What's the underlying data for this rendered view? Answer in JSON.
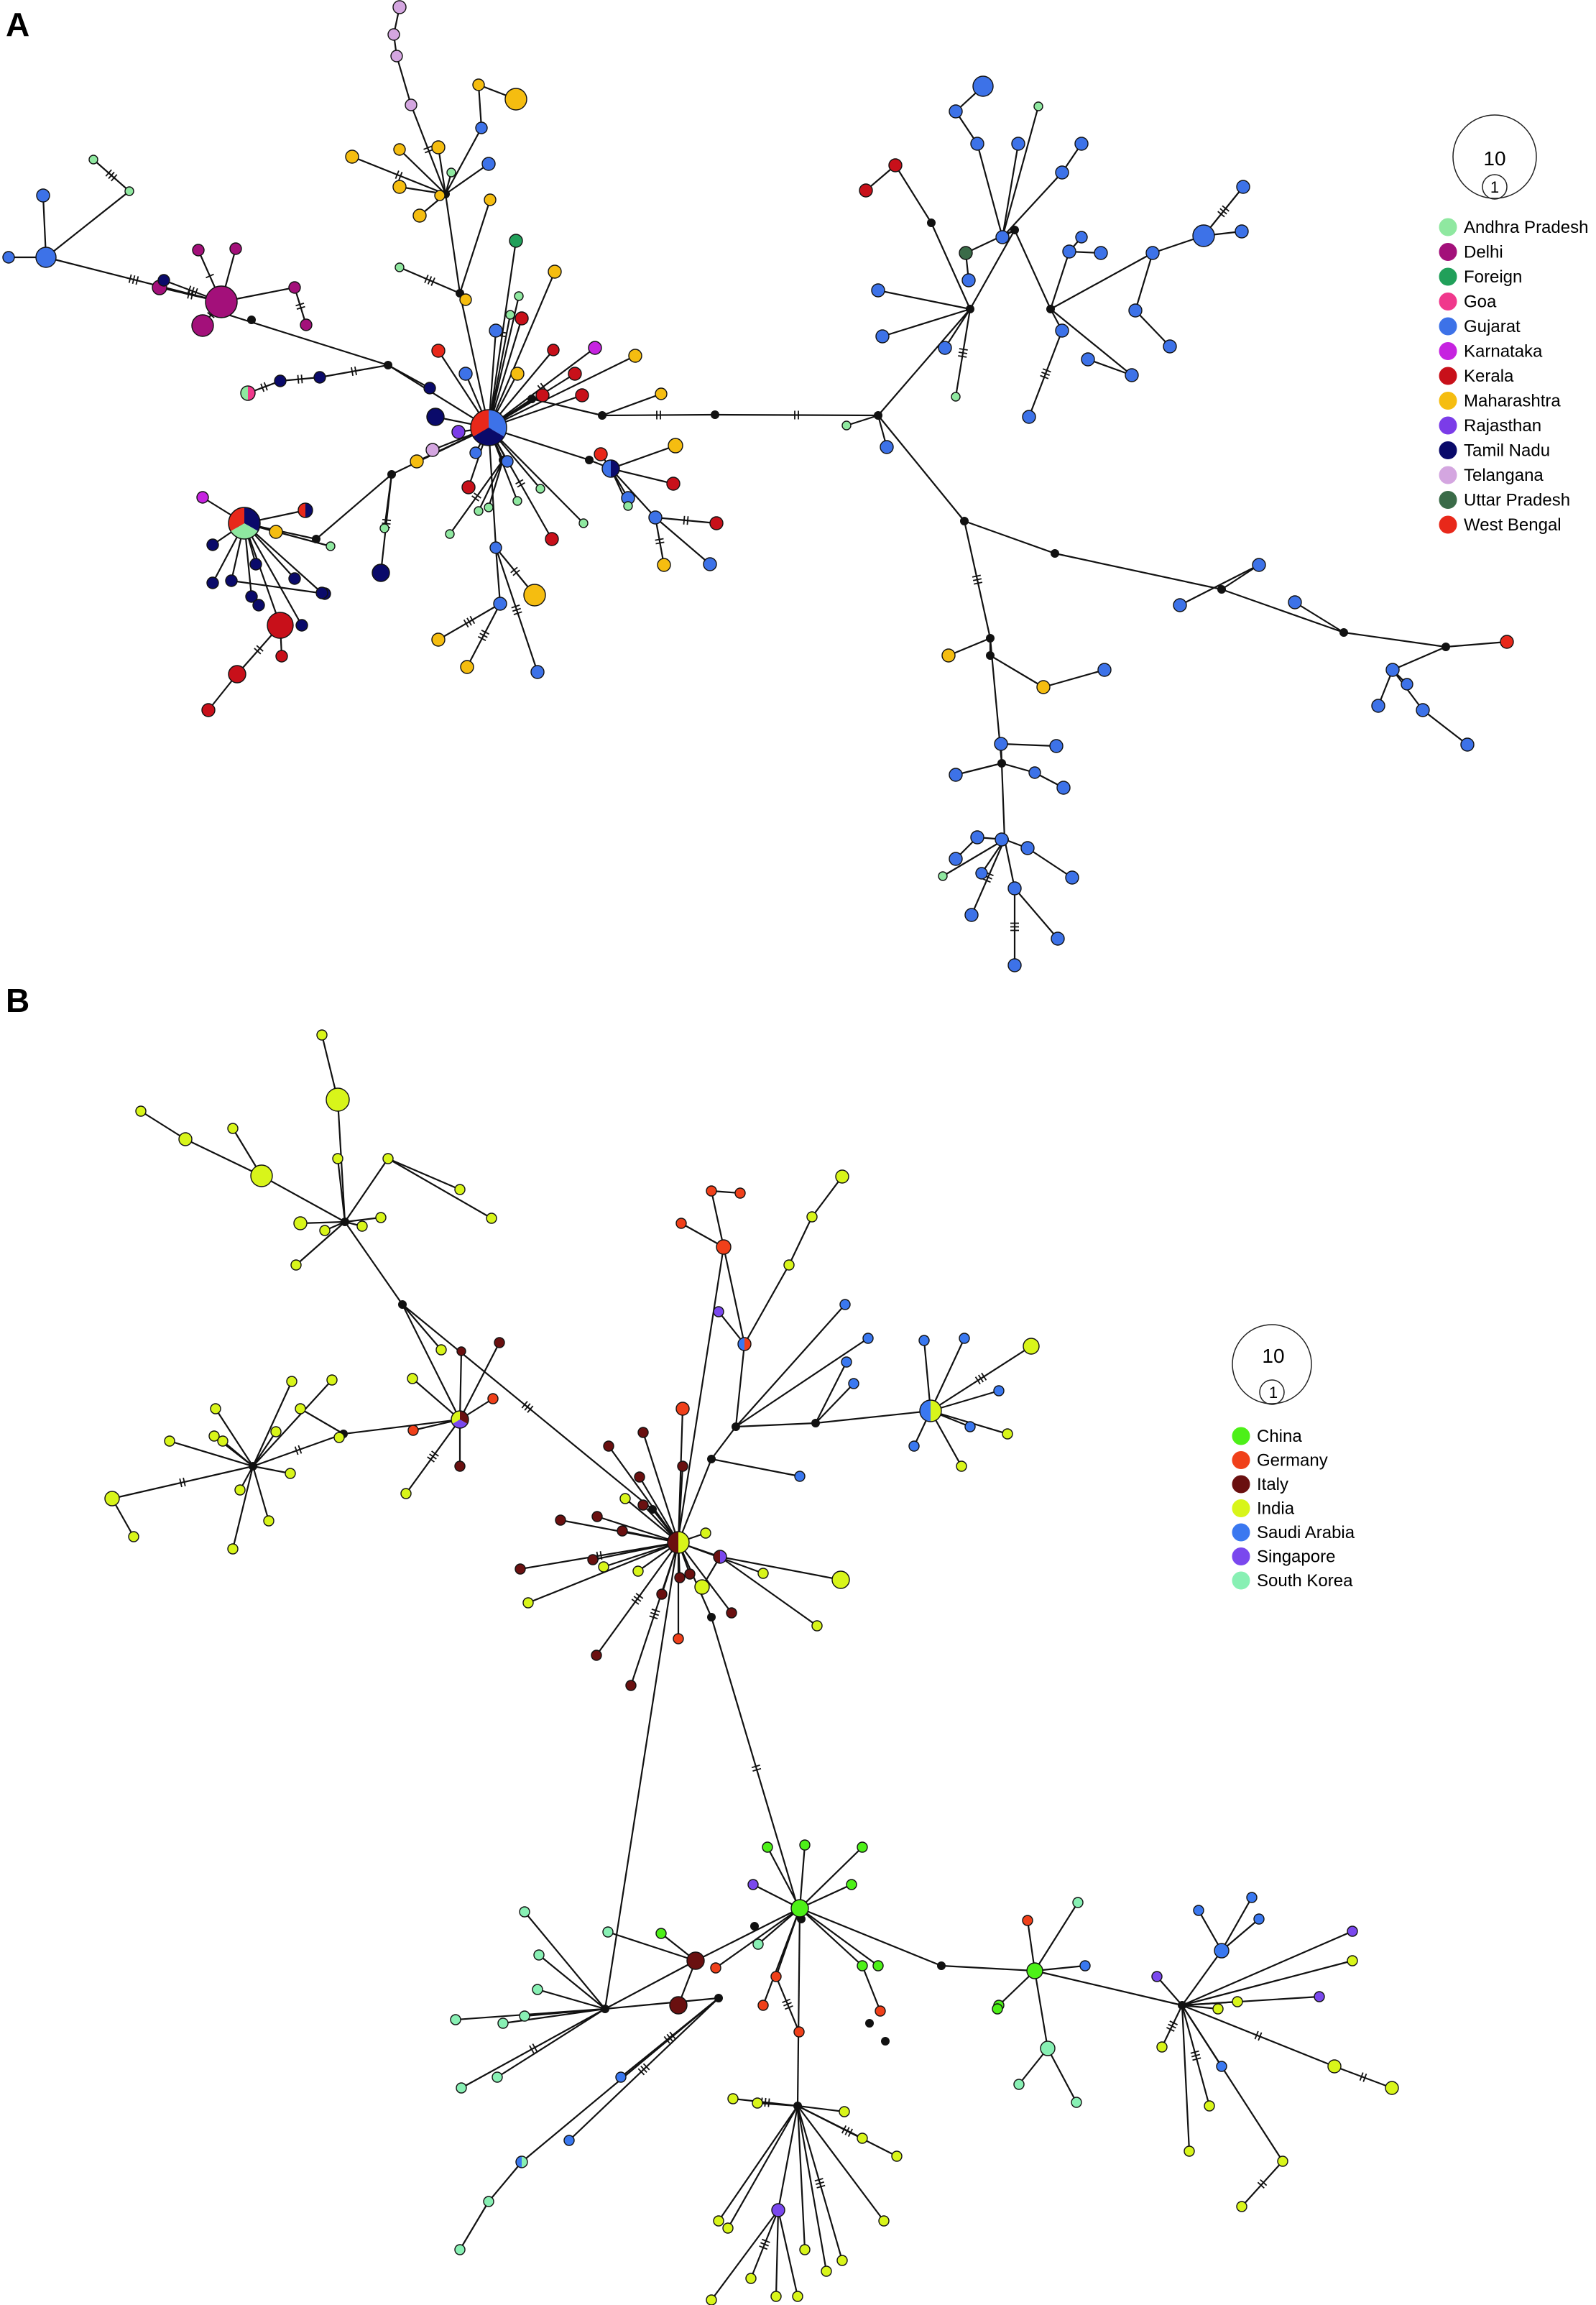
{
  "figure": {
    "panel_a": {
      "letter": "A",
      "legend": [
        {
          "label": "Andhra Pradesh",
          "color": "#8fe8a0"
        },
        {
          "label": "Delhi",
          "color": "#a3107a"
        },
        {
          "label": "Foreign",
          "color": "#21a05a"
        },
        {
          "label": "Goa",
          "color": "#f0388c"
        },
        {
          "label": "Gujarat",
          "color": "#3d72e8"
        },
        {
          "label": "Karnataka",
          "color": "#c623e0"
        },
        {
          "label": "Kerala",
          "color": "#c8101a"
        },
        {
          "label": "Maharashtra",
          "color": "#f5bd10"
        },
        {
          "label": "Rajasthan",
          "color": "#7b3ce8"
        },
        {
          "label": "Tamil Nadu",
          "color": "#0a0a6a"
        },
        {
          "label": "Telangana",
          "color": "#d4a6e0"
        },
        {
          "label": "Uttar Pradesh",
          "color": "#3a6b48"
        },
        {
          "label": "West Bengal",
          "color": "#e8281a"
        }
      ],
      "scale": {
        "large": "10",
        "small": "1"
      }
    },
    "panel_b": {
      "letter": "B",
      "legend": [
        {
          "label": "China",
          "color": "#4df018"
        },
        {
          "label": "Germany",
          "color": "#f0401a"
        },
        {
          "label": "Italy",
          "color": "#6a1010"
        },
        {
          "label": "India",
          "color": "#d8f51a"
        },
        {
          "label": "Saudi Arabia",
          "color": "#3a78f0"
        },
        {
          "label": "Singapore",
          "color": "#7a48ee"
        },
        {
          "label": "South Korea",
          "color": "#88f0b4"
        }
      ],
      "scale": {
        "large": "10",
        "small": "1"
      }
    }
  }
}
